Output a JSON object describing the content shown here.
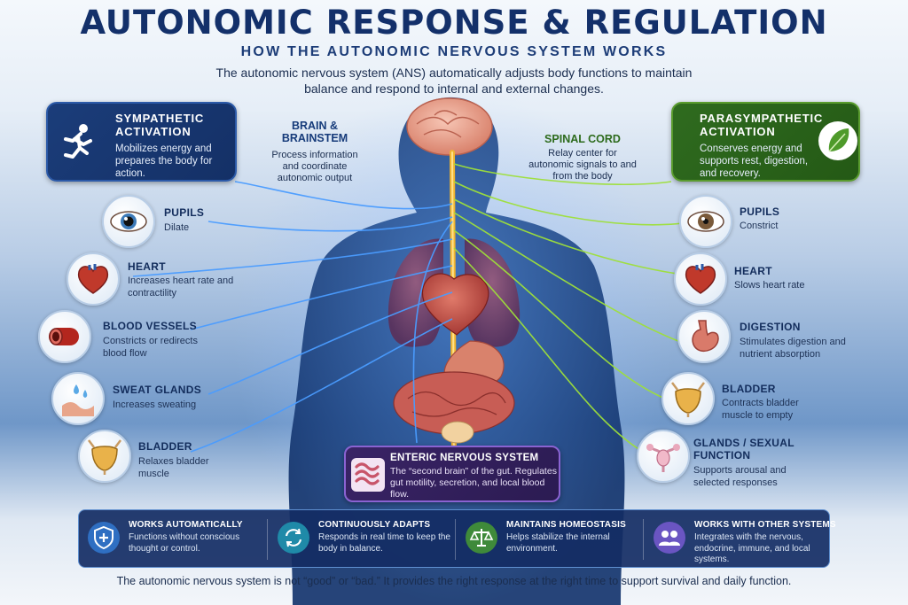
{
  "title": "AUTONOMIC RESPONSE & REGULATION",
  "subtitle": "HOW THE AUTONOMIC NERVOUS SYSTEM WORKS",
  "intro": "The autonomic nervous system (ANS) automatically adjusts body functions to maintain balance and respond to internal and external changes.",
  "sympathetic": {
    "title": "SYMPATHETIC ACTIVATION",
    "desc": "Mobilizes energy and prepares the body for action.",
    "icon": "running-person-icon",
    "color": "#1b3d7a"
  },
  "parasympathetic": {
    "title": "PARASYMPATHETIC ACTIVATION",
    "desc": "Conserves energy and supports rest, digestion, and recovery.",
    "icon": "leaf-icon",
    "color": "#2f6b1f"
  },
  "brain": {
    "title": "BRAIN & BRAINSTEM",
    "desc": "Process information and coordinate autonomic output"
  },
  "spinal": {
    "title": "SPINAL CORD",
    "desc": "Relay center for autonomic signals to and from the body"
  },
  "sympathetic_effects": [
    {
      "title": "PUPILS",
      "desc": "Dilate",
      "icon": "eye-icon"
    },
    {
      "title": "HEART",
      "desc": "Increases heart rate and contractility",
      "icon": "heart-icon"
    },
    {
      "title": "BLOOD VESSELS",
      "desc": "Constricts or redirects blood flow",
      "icon": "blood-vessel-icon"
    },
    {
      "title": "SWEAT GLANDS",
      "desc": "Increases sweating",
      "icon": "sweat-gland-icon"
    },
    {
      "title": "BLADDER",
      "desc": "Relaxes bladder muscle",
      "icon": "bladder-icon"
    }
  ],
  "parasympathetic_effects": [
    {
      "title": "PUPILS",
      "desc": "Constrict",
      "icon": "eye-icon"
    },
    {
      "title": "HEART",
      "desc": "Slows heart rate",
      "icon": "heart-icon"
    },
    {
      "title": "DIGESTION",
      "desc": "Stimulates digestion and nutrient absorption",
      "icon": "stomach-icon"
    },
    {
      "title": "BLADDER",
      "desc": "Contracts bladder muscle to empty",
      "icon": "bladder-icon"
    },
    {
      "title": "GLANDS / SEXUAL FUNCTION",
      "desc": "Supports arousal and selected responses",
      "icon": "reproductive-organ-icon"
    }
  ],
  "enteric": {
    "title": "ENTERIC NERVOUS SYSTEM",
    "desc": "The “second brain” of the gut. Regulates gut motility, secretion, and local blood flow.",
    "icon": "intestine-icon"
  },
  "features": [
    {
      "title": "WORKS AUTOMATICALLY",
      "desc": "Functions without conscious thought or control.",
      "icon": "shield-plus-icon",
      "color": "#2f6fc2"
    },
    {
      "title": "CONTINUOUSLY ADAPTS",
      "desc": "Responds in real time to keep the body in balance.",
      "icon": "cycle-arrows-icon",
      "color": "#1f8aa8"
    },
    {
      "title": "MAINTAINS HOMEOSTASIS",
      "desc": "Helps stabilize the internal environment.",
      "icon": "balance-scale-icon",
      "color": "#3f8a3a"
    },
    {
      "title": "WORKS WITH OTHER SYSTEMS",
      "desc": "Integrates with the nervous, endocrine, immune, and local systems.",
      "icon": "people-group-icon",
      "color": "#6a55c2"
    }
  ],
  "footer": "The autonomic nervous system is not “good” or “bad.” It provides the right response at the right time to support survival and daily function."
}
